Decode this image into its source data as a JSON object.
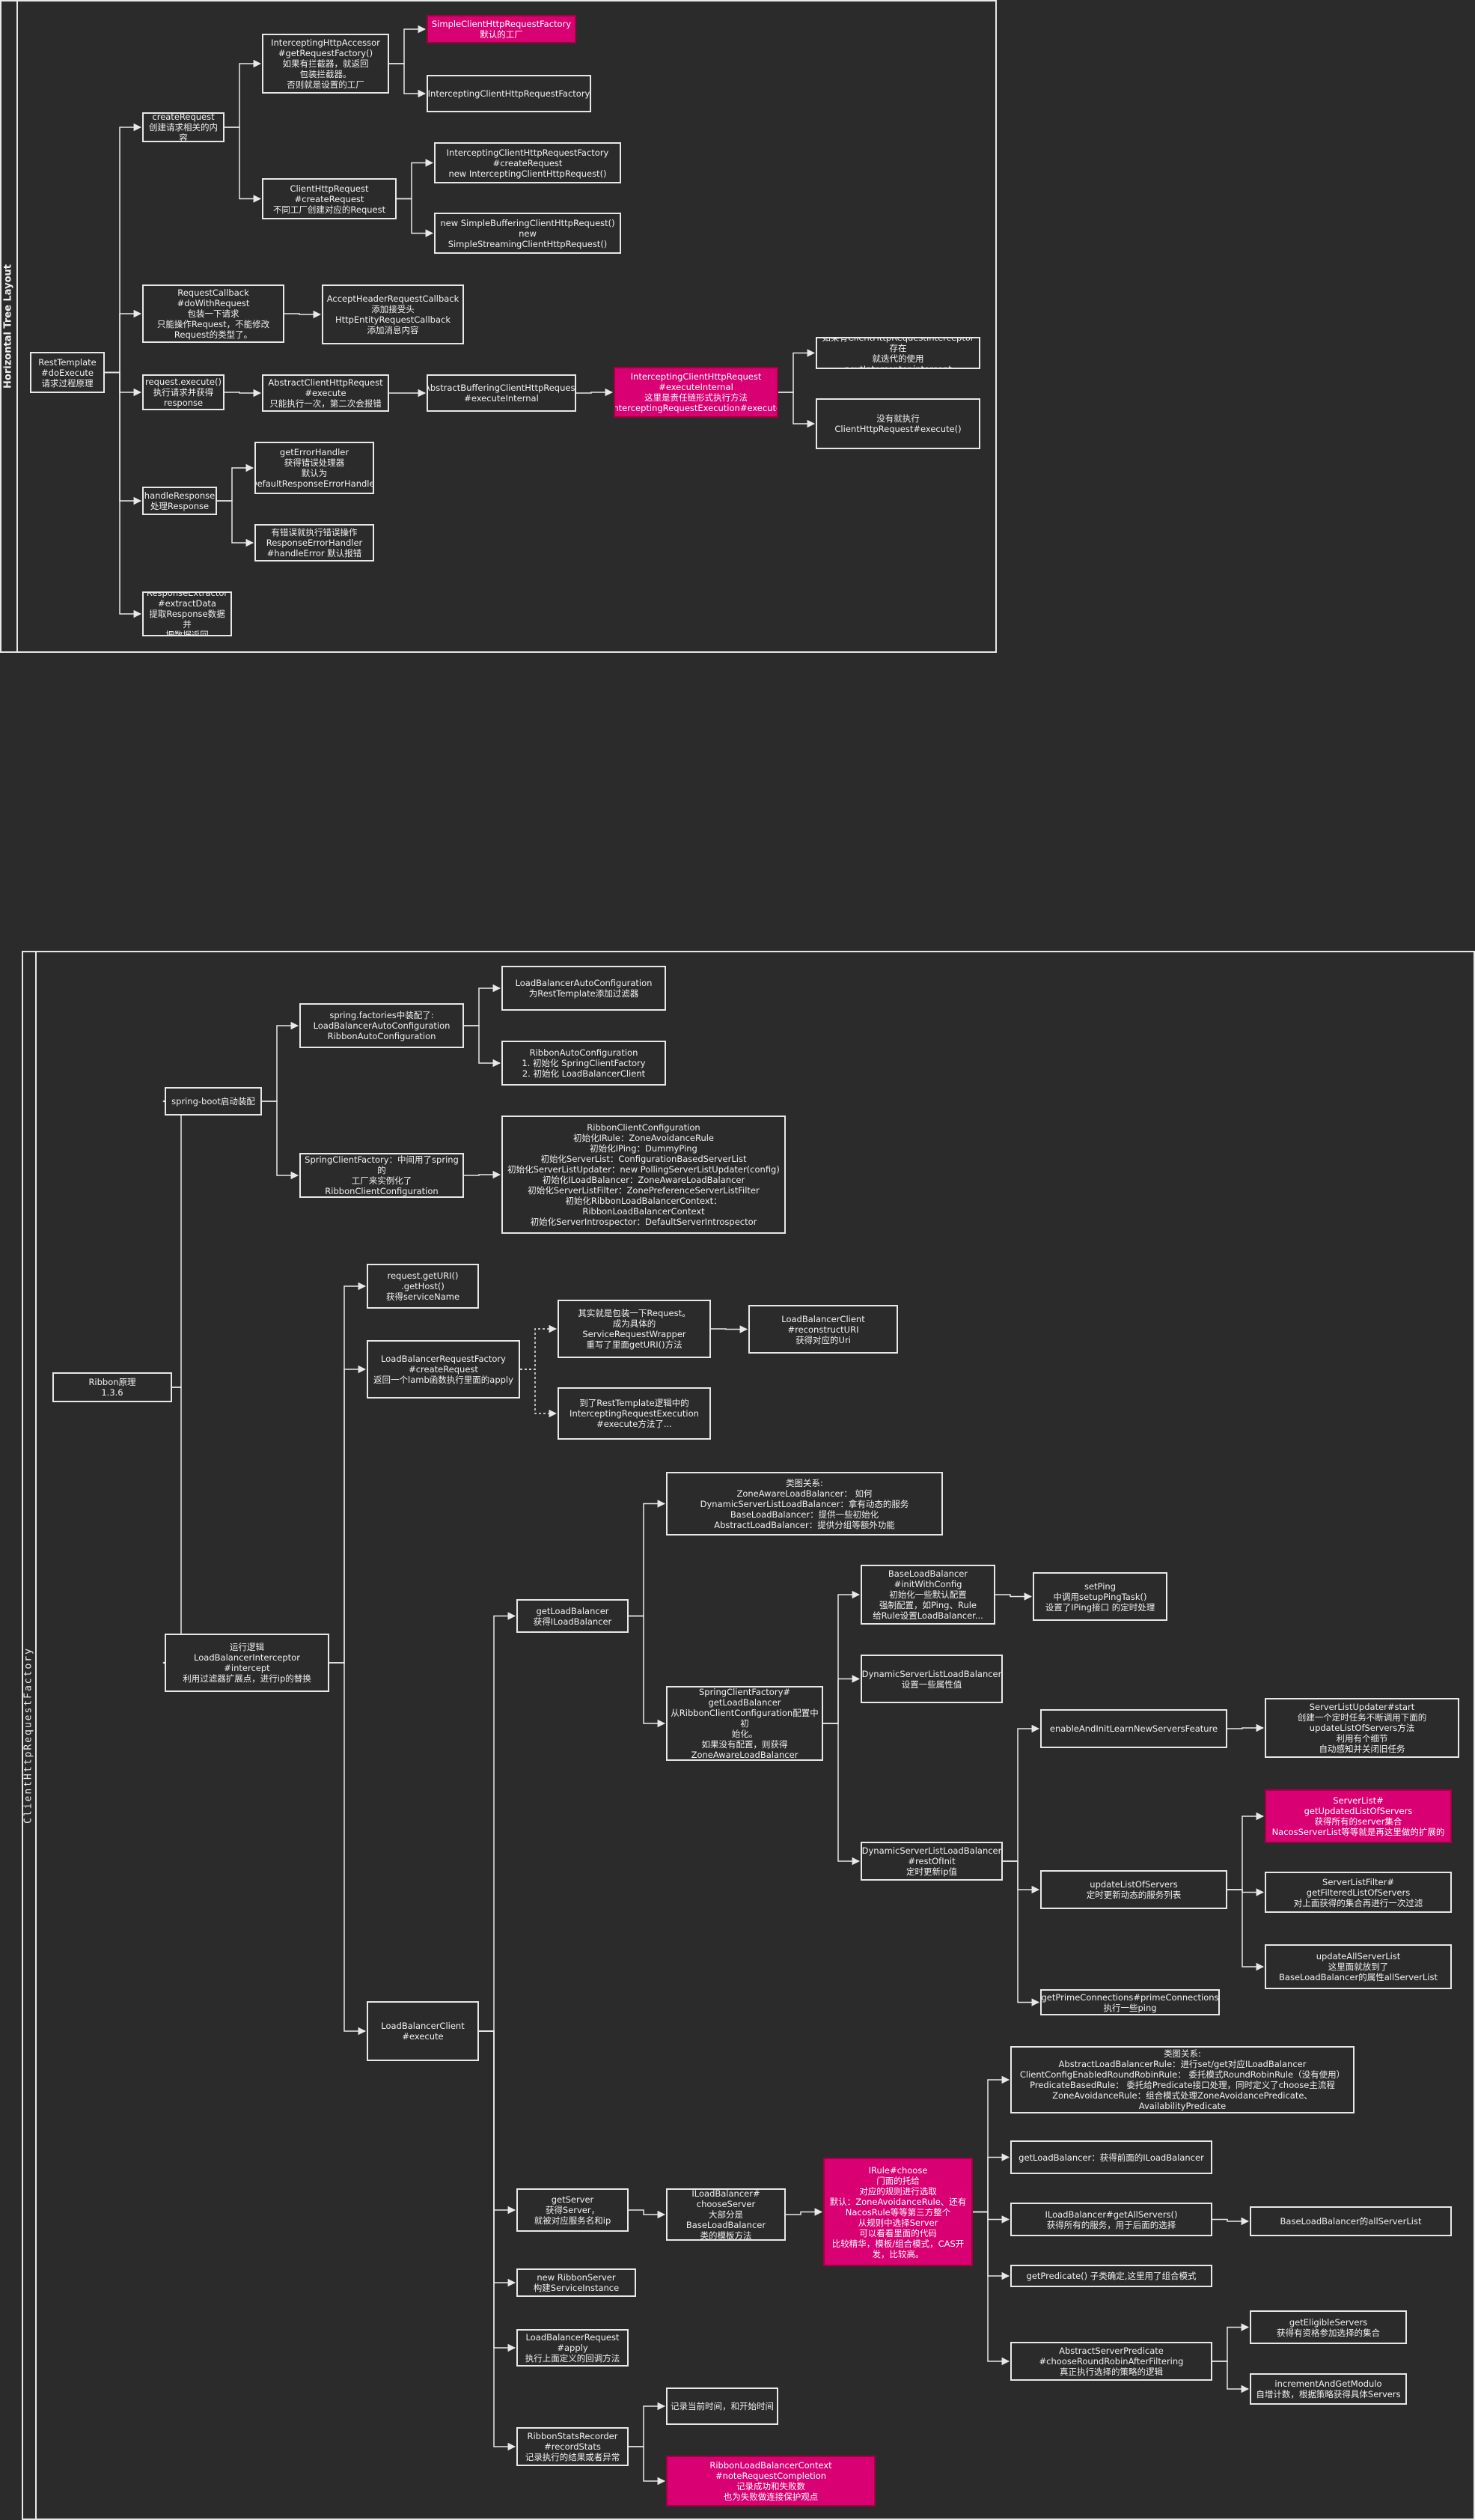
{
  "panels": {
    "top": {
      "title": "Horizontal Tree Layout"
    },
    "bottom": {
      "title": "ClientHttpRequestFactory"
    }
  },
  "nodes": {
    "rt": "RestTemplate\n#doExecute\n请求过程原理",
    "cr": "createRequest\n创建请求相关的内容",
    "iha": "InterceptingHttpAccessor\n#getRequestFactory()\n如果有拦截器，就返回\n包装拦截器。\n否则就是设置的工厂",
    "scf": "SimpleClientHttpRequestFactory\n默认的工厂",
    "icf": "InterceptingClientHttpRequestFactory",
    "chr": "ClientHttpRequest\n#createRequest\n不同工厂创建对应的Request",
    "icfc": "InterceptingClientHttpRequestFactory\n#createRequest\nnew InterceptingClientHttpRequest()",
    "sbr": "new SimpleBufferingClientHttpRequest()\nnew SimpleStreamingClientHttpRequest()",
    "rc": "RequestCallback\n#doWithRequest\n包装一下请求\n只能操作Request，不能修改\nRequest的类型了。",
    "ahr": "AcceptHeaderRequestCallback\n添加接受头\nHttpEntityRequestCallback\n添加消息内容",
    "re": "request.execute()\n执行请求并获得\nresponse",
    "ache": "AbstractClientHttpRequest\n#execute\n只能执行一次，第二次会报错",
    "abch": "AbstractBufferingClientHttpRequest\n#executeInternal",
    "ichr": "InterceptingClientHttpRequest\n#executeInternal\n这里是责任链形式执行方法\nInterceptingRequestExecution#execute",
    "nxt": "如果有ClientHttpRequestInterceptor存在\n就迭代的使用nextInterceptor.intercept",
    "noi": "没有就执行ClientHttpRequest#execute()",
    "hr": "handleResponse\n处理Response",
    "geh": "getErrorHandler\n获得错误处理器\n默认为\nDefaultResponseErrorHandler",
    "err": "有错误就执行错误操作\nResponseErrorHandler\n#handleError 默认报错",
    "rex": "ResponseExtractor\n#extractData\n提取Response数据并\n把数据返回",
    "rb": "Ribbon原理\n1.3.6",
    "sba": "spring-boot启动装配",
    "sfp": "spring.factories中装配了:\nLoadBalancerAutoConfiguration\nRibbonAutoConfiguration",
    "lbac": "LoadBalancerAutoConfiguration\n为RestTemplate添加过滤器",
    "rac": "RibbonAutoConfiguration\n1. 初始化 SpringClientFactory\n2. 初始化 LoadBalancerClient",
    "scfa": "SpringClientFactory：中间用了spring的\n工厂来实例化了\nRibbonClientConfiguration",
    "rcc": "RibbonClientConfiguration\n初始化IRule：ZoneAvoidanceRule\n初始化IPing：DummyPing\n初始化ServerList：ConfigurationBasedServerList\n初始化ServerListUpdater：new PollingServerListUpdater(config)\n初始化ILoadBalancer：ZoneAwareLoadBalancer\n初始化ServerListFilter：ZonePreferenceServerListFilter\n初始化RibbonLoadBalancerContext：RibbonLoadBalancerContext\n初始化ServerIntrospector：DefaultServerIntrospector",
    "run": "运行逻辑\nLoadBalancerInterceptor\n#intercept\n利用过滤器扩展点，进行ip的替换",
    "rgu": "request.getURI()\n.getHost()\n获得serviceName",
    "lbrf": "LoadBalancerRequestFactory\n#createRequest\n返回一个lamb函数执行里面的apply",
    "wrap": "其实就是包装一下Request。\n成为具体的ServiceRequestWrapper\n重写了里面getURI()方法",
    "lbcr": "LoadBalancerClient\n#reconstructURI\n获得对应的Uri",
    "ret": "到了RestTemplate逻辑中的\nInterceptingRequestExecution\n#execute方法了...",
    "lbce": "LoadBalancerClient\n#execute",
    "glb": "getLoadBalancer\n获得ILoadBalancer",
    "rel": "类图关系:\nZoneAwareLoadBalancer： 如何\nDynamicServerListLoadBalancer：拿有动态的服务\nBaseLoadBalancer：提供一些初始化\nAbstractLoadBalancer：提供分组等额外功能",
    "scfg": "SpringClientFactory#\ngetLoadBalancer\n从RibbonClientConfiguration配置中初\n始化。\n如果没有配置，则获得\nZoneAwareLoadBalancer",
    "blb": "BaseLoadBalancer\n#initWithConfig\n初始化一些默认配置\n强制配置，如Ping、Rule\n给Rule设置LoadBalancer...",
    "sping": "setPing\n中调用setupPingTask()\n设置了IPing接口 的定时处理",
    "dsl1": "DynamicServerListLoadBalancer\n设置一些属性值",
    "dsl2": "DynamicServerListLoadBalancer\n#restOfInit\n定时更新ip值",
    "eai": "enableAndInitLearnNewServersFeature",
    "slu": "ServerListUpdater#start\n创建一个定时任务不断调用下面的\nupdateListOfServers方法\n利用有个细节\n自动感知并关闭旧任务",
    "uls": "updateListOfServers\n定时更新动态的服务列表",
    "sl": "ServerList#\ngetUpdatedListOfServers\n获得所有的server集合\nNacosServerList等等就是再这里做的扩展的",
    "slf": "ServerListFilter#\ngetFilteredListOfServers\n对上面获得的集合再进行一次过滤",
    "uas": "updateAllServerList\n这里面就放到了\nBaseLoadBalancer的属性allServerList",
    "gpc": "getPrimeConnections#primeConnections\n执行一些ping",
    "gs": "getServer\n获得Server，\n就被对应服务名和ip",
    "ilc": "ILoadBalancer#\nchooseServer\n大部分是BaseLoadBalancer\n类的模板方法",
    "irc": "IRule#choose\n门面的托给\n对应的规则进行选取\n默认：ZoneAvoidanceRule、还有\nNacosRule等等第三方整个\n从规则中选择Server\n可以看看里面的代码\n比较精华，模板/组合模式，CAS开\n发，比较高。",
    "rel2": "类图关系:\nAbstractLoadBalancerRule：进行set/get对应ILoadBalancer\nClientConfigEnabledRoundRobinRule： 委托模式RoundRobinRule（没有使用）\nPredicateBasedRule： 委托给Predicate接口处理，同时定义了choose主流程\nZoneAvoidanceRule：组合模式处理ZoneAvoidancePredicate、AvailabilityPredicate",
    "glb2": "getLoadBalancer：获得前面的ILoadBalancer",
    "gas": "ILoadBalancer#getAllServers()\n获得所有的服务，用于后面的选择",
    "bas": "BaseLoadBalancer的allServerList",
    "gpr": "getPredicate() 子类确定,这里用了组合模式",
    "asp": "AbstractServerPredicate\n#chooseRoundRobinAfterFiltering\n真正执行选择的策略的逻辑",
    "ges": "getEligibleServers\n获得有资格参加选择的集合",
    "iag": "incrementAndGetModulo\n自增计数，根据策略获得具体Servers",
    "nrs": "new RibbonServer\n构建ServiceInstance",
    "lbra": "LoadBalancerRequest\n#apply\n执行上面定义的回调方法",
    "rsr": "RibbonStatsRecorder\n#recordStats\n记录执行的结果或者异常",
    "rtm": "记录当前时间，和开始时间",
    "rlbc": "RibbonLoadBalancerContext\n#noteRequestCompletion\n记录成功和失败数\n也为失败做连接保护观点"
  }
}
